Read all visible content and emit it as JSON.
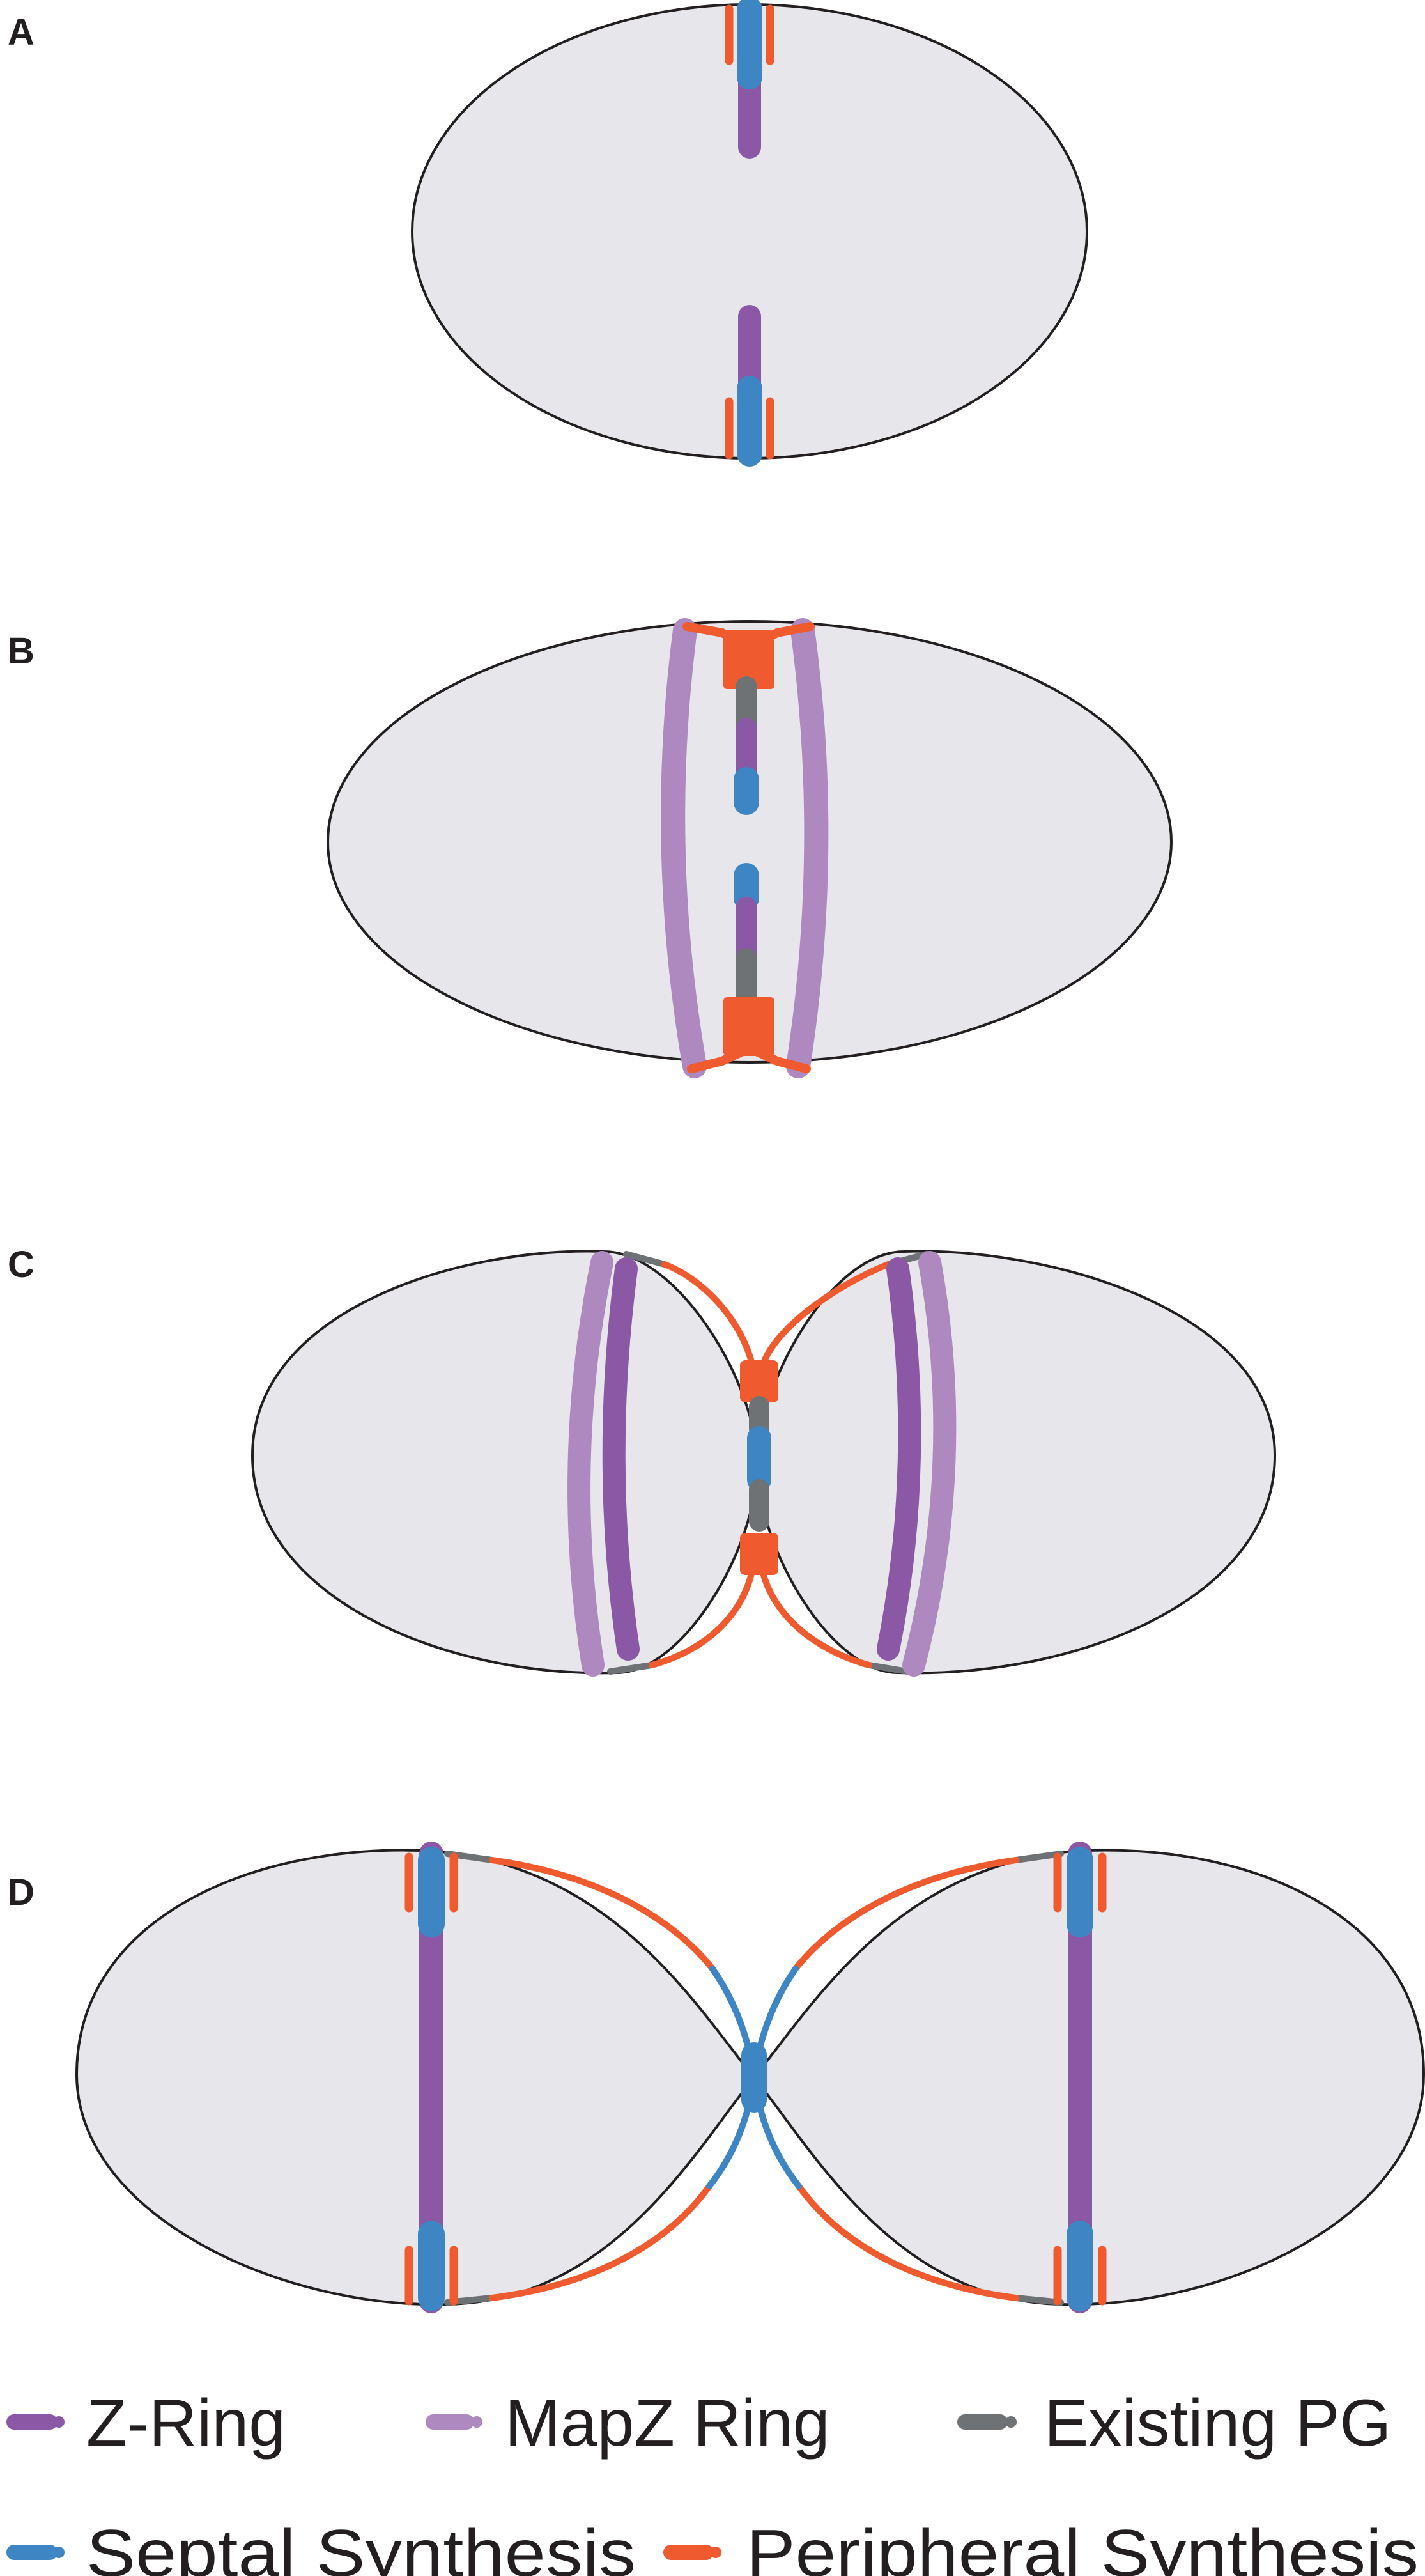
{
  "panels": {
    "a": {
      "label": "A"
    },
    "b": {
      "label": "B"
    },
    "c": {
      "label": "C"
    },
    "d": {
      "label": "D"
    }
  },
  "legend": {
    "z_ring": "Z-Ring",
    "mapz_ring": "MapZ Ring",
    "existing_pg": "Existing PG",
    "septal_synthesis": "Septal Synthesis",
    "peripheral_synthesis": "Peripheral Synthesis"
  },
  "colors": {
    "z_ring": "#8a58a4",
    "mapz_ring": "#ad89bf",
    "existing_pg": "#6f7274",
    "septal_synthesis": "#3d86c3",
    "peripheral_synthesis": "#ef5b2e",
    "cell_fill": "#e6e6eb",
    "outline": "#231f20"
  }
}
